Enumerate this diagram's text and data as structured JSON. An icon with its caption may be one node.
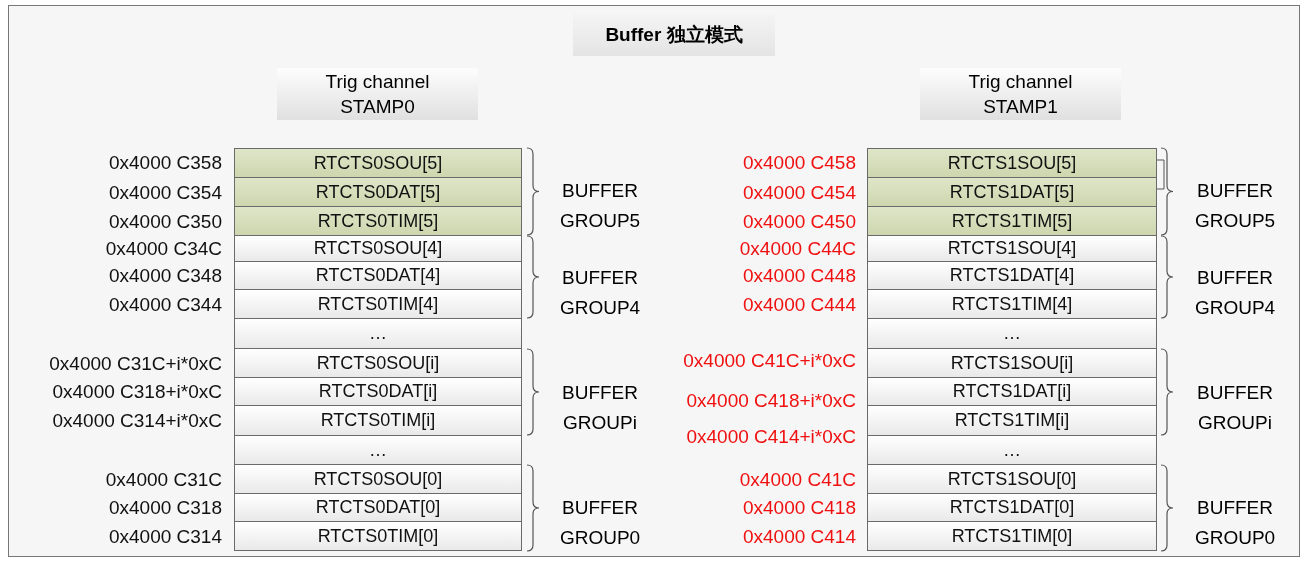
{
  "diagram": {
    "title": "Buffer 独立模式",
    "nodes": [
      {
        "text": [
          "Trig channel STAMP0"
        ]
      },
      {
        "text": [
          "Trig channel STAMP1"
        ]
      },
      {
        "text": [
          "RTCTS0SOU[5]"
        ],
        "beside": [
          "0x4000 C358"
        ]
      },
      {
        "text": [
          "RTCTS0DAT[5]"
        ],
        "beside": [
          "0x4000 C354"
        ]
      },
      {
        "text": [
          "RTCTS0TIM[5]"
        ],
        "beside": [
          "0x4000 C350"
        ]
      },
      {
        "text": [
          "RTCTS0SOU[4]"
        ],
        "beside": [
          "0x4000 C34C"
        ]
      },
      {
        "text": [
          "RTCTS0DAT[4]"
        ],
        "beside": [
          "0x4000 C348"
        ]
      },
      {
        "text": [
          "RTCTS0TIM[4]"
        ],
        "beside": [
          "0x4000 C344"
        ]
      },
      {
        "text": [
          "…"
        ]
      },
      {
        "text": [
          "RTCTS0SOU[i]"
        ],
        "beside": [
          "0x4000 C31C+i*0xC"
        ]
      },
      {
        "text": [
          "RTCTS0DAT[i]"
        ],
        "beside": [
          "0x4000 C318+i*0xC"
        ]
      },
      {
        "text": [
          "RTCTS0TIM[i]"
        ],
        "beside": [
          "0x4000 C314+i*0xC"
        ]
      },
      {
        "text": [
          "…"
        ]
      },
      {
        "text": [
          "RTCTS0SOU[0]"
        ],
        "beside": [
          "0x4000 C31C"
        ]
      },
      {
        "text": [
          "RTCTS0DAT[0]"
        ],
        "beside": [
          "0x4000 C318"
        ]
      },
      {
        "text": [
          "RTCTS0TIM[0]"
        ],
        "beside": [
          "0x4000 C314"
        ]
      },
      {
        "text": [
          "RTCTS1SOU[5]"
        ],
        "beside": [
          "0x4000 C458"
        ]
      },
      {
        "text": [
          "RTCTS1DAT[5]"
        ],
        "beside": [
          "0x4000 C454"
        ]
      },
      {
        "text": [
          "RTCTS1TIM[5]"
        ],
        "beside": [
          "0x4000 C450"
        ]
      },
      {
        "text": [
          "RTCTS1SOU[4]"
        ],
        "beside": [
          "0x4000 C44C"
        ]
      },
      {
        "text": [
          "RTCTS1DAT[4]"
        ],
        "beside": [
          "0x4000 C448"
        ]
      },
      {
        "text": [
          "RTCTS1TIM[4]"
        ],
        "beside": [
          "0x4000 C444"
        ]
      },
      {
        "text": [
          "…"
        ]
      },
      {
        "text": [
          "RTCTS1SOU[i]"
        ],
        "beside": [
          "0x4000 C41C+i*0xC"
        ]
      },
      {
        "text": [
          "RTCTS1DAT[i]"
        ],
        "beside": [
          "0x4000 C418+i*0xC"
        ]
      },
      {
        "text": [
          "RTCTS1TIM[i]"
        ],
        "beside": [
          "0x4000 C414+i*0xC"
        ]
      },
      {
        "text": [
          "…"
        ]
      },
      {
        "text": [
          "RTCTS1SOU[0]"
        ],
        "beside": [
          "0x4000 C41C"
        ]
      },
      {
        "text": [
          "RTCTS1DAT[0]"
        ],
        "beside": [
          "0x4000 C418"
        ]
      },
      {
        "text": [
          "RTCTS1TIM[0]"
        ],
        "beside": [
          "0x4000 C414"
        ]
      }
    ],
    "labels": [
      "BUFFER GROUP5",
      "BUFFER GROUP5",
      "BUFFER GROUP4",
      "BUFFER GROUP4",
      "BUFFER GROUPi",
      "BUFFER GROUPi",
      "BUFFER GROUP0",
      "BUFFER GROUP0"
    ]
  }
}
